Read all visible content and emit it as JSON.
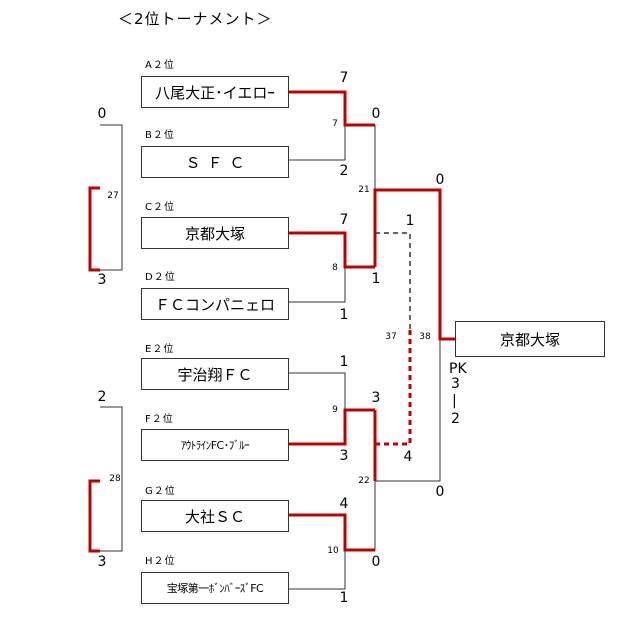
{
  "title": "＜2位トーナメント＞",
  "colors": {
    "win": "#c00000",
    "line": "#333333"
  },
  "teams": [
    {
      "seed": "A２位",
      "name": "八尾大正･イエロｰ"
    },
    {
      "seed": "B２位",
      "name": "ＳＦＣ"
    },
    {
      "seed": "C２位",
      "name": "京都大塚"
    },
    {
      "seed": "D２位",
      "name": "ＦＣコンパニェロ"
    },
    {
      "seed": "E２位",
      "name": "宇治翔ＦＣ"
    },
    {
      "seed": "F２位",
      "name": "ｱｳﾄﾗｲﾝFC･ﾌﾞﾙｰ"
    },
    {
      "seed": "G２位",
      "name": "大社ＳＣ"
    },
    {
      "seed": "H２位",
      "name": "宝塚第一ﾎﾞﾝﾊﾞｰｽﾞFC"
    }
  ],
  "matches": {
    "m7": {
      "no": "7",
      "score_top": "7",
      "score_bottom": "2"
    },
    "m8": {
      "no": "8",
      "score_top": "7",
      "score_bottom": "1"
    },
    "m9": {
      "no": "9",
      "score_top": "1",
      "score_bottom": "3"
    },
    "m10": {
      "no": "10",
      "score_top": "4",
      "score_bottom": "1"
    },
    "m21": {
      "no": "21",
      "score_top": "0",
      "score_bottom": "1"
    },
    "m22": {
      "no": "22",
      "score_top": "3",
      "score_bottom": "0"
    },
    "m37": {
      "no": "37",
      "score_top": "1",
      "score_bottom": "4"
    },
    "m38": {
      "no": "38",
      "score_top": "0",
      "score_bottom": "0"
    },
    "m27": {
      "no": "27",
      "score_top": "0",
      "score_bottom": "3"
    },
    "m28": {
      "no": "28",
      "score_top": "2",
      "score_bottom": "3"
    },
    "m7_in": "7",
    "m10_in": "1"
  },
  "champion": "京都大塚",
  "pk": {
    "label": "PK",
    "top": "3",
    "dash": "|",
    "bottom": "2"
  }
}
